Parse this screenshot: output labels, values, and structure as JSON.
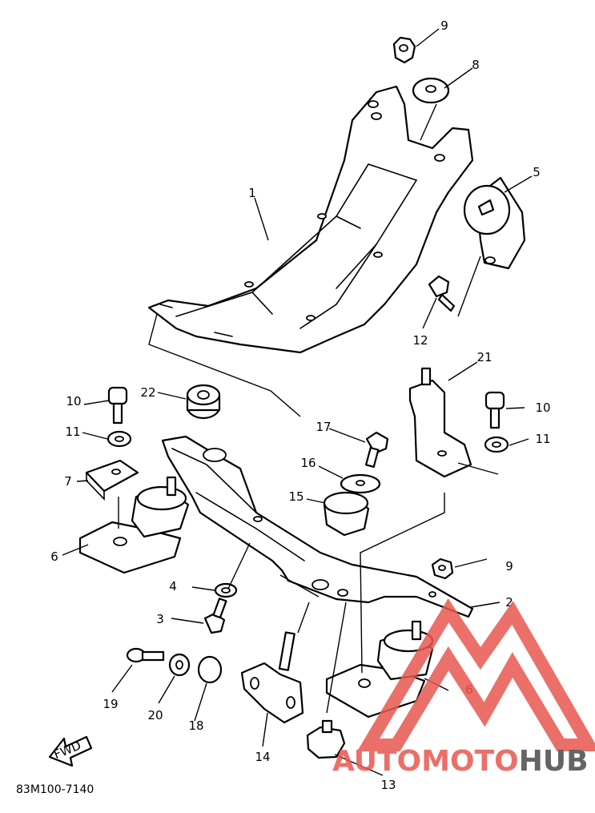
{
  "diagram": {
    "callouts": [
      "1",
      "2",
      "3",
      "4",
      "5",
      "6",
      "6",
      "7",
      "8",
      "9",
      "9",
      "10",
      "10",
      "11",
      "11",
      "12",
      "13",
      "14",
      "15",
      "16",
      "17",
      "18",
      "19",
      "20",
      "21",
      "22"
    ],
    "drawing_code": "83M100-7140",
    "fwd_label": "FWD"
  },
  "watermark": {
    "text_part1": "AUTOMOTO",
    "text_part2": "HUB",
    "colors": {
      "accent": "#e8574f",
      "dark": "#4a4a4a",
      "light": "#f5a19b"
    }
  }
}
